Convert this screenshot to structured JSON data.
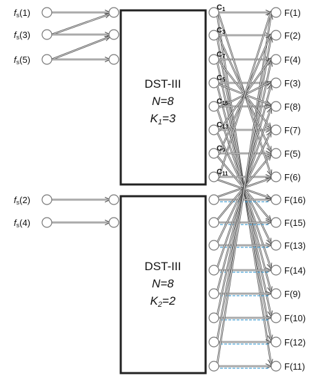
{
  "inputs_top": [
    {
      "prefix": "f",
      "sub": "s",
      "arg": "(1)"
    },
    {
      "prefix": "f",
      "sub": "s",
      "arg": "(3)"
    },
    {
      "prefix": "f",
      "sub": "s",
      "arg": "(5)"
    }
  ],
  "inputs_bottom": [
    {
      "prefix": "f",
      "sub": "s",
      "arg": "(2)"
    },
    {
      "prefix": "f",
      "sub": "s",
      "arg": "(4)"
    }
  ],
  "box_top": {
    "title": "DST-III",
    "n_label": "N=8",
    "k_main": "K",
    "k_sub": "1",
    "k_rest": "=3"
  },
  "box_bottom": {
    "title": "DST-III",
    "n_label": "N=8",
    "k_main": "K",
    "k_sub": "2",
    "k_rest": "=2"
  },
  "coefficients": [
    {
      "main": "C",
      "sub": "1"
    },
    {
      "main": "C",
      "sub": "3"
    },
    {
      "main": "C",
      "sub": "7"
    },
    {
      "main": "C",
      "sub": "5"
    },
    {
      "main": "C",
      "sub": "15"
    },
    {
      "main": "C",
      "sub": "13"
    },
    {
      "main": "C",
      "sub": "9"
    },
    {
      "main": "C",
      "sub": "11"
    }
  ],
  "outputs": [
    "F(1)",
    "F(2)",
    "F(4)",
    "F(3)",
    "F(8)",
    "F(7)",
    "F(5)",
    "F(6)",
    "F(16)",
    "F(15)",
    "F(13)",
    "F(14)",
    "F(9)",
    "F(10)",
    "F(12)",
    "F(11)"
  ],
  "colors": {
    "line": "#555555",
    "node_stroke": "#777777",
    "dashed": "#4aa3d8",
    "box": "#222222"
  }
}
